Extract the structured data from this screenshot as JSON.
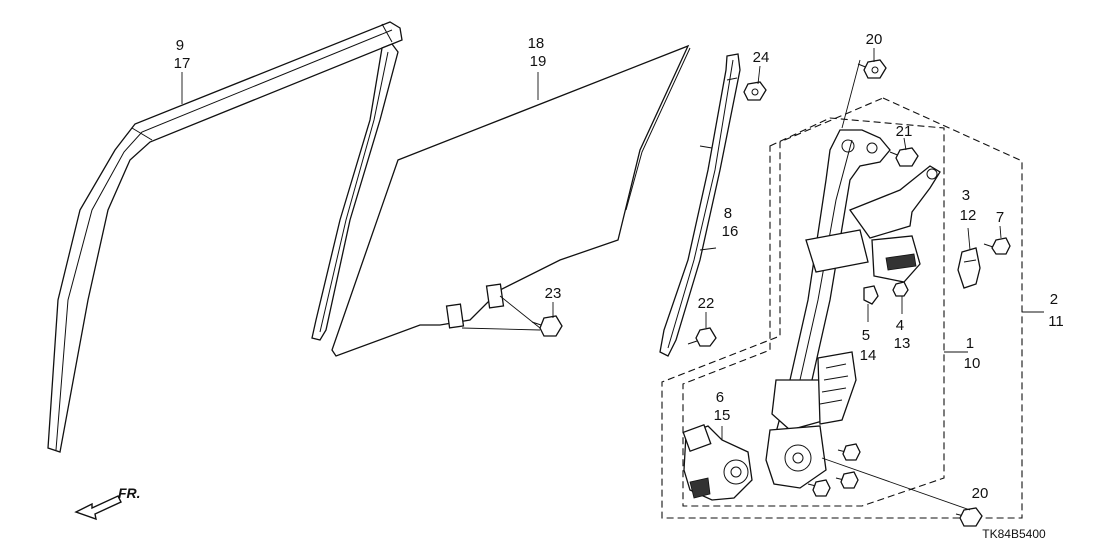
{
  "callouts": {
    "c9_17": [
      "9",
      "17"
    ],
    "c18_19": [
      "18",
      "19"
    ],
    "c24": [
      "24"
    ],
    "c20_top": [
      "20"
    ],
    "c21": [
      "21"
    ],
    "c3_12": [
      "3",
      "12"
    ],
    "c7": [
      "7"
    ],
    "c8_16": [
      "8",
      "16"
    ],
    "c23": [
      "23"
    ],
    "c22": [
      "22"
    ],
    "c5_14": [
      "5",
      "14"
    ],
    "c4_13": [
      "4",
      "13"
    ],
    "c2_11": [
      "2",
      "11"
    ],
    "c1_10": [
      "1",
      "10"
    ],
    "c6_15": [
      "6",
      "15"
    ],
    "c20_bottom": [
      "20"
    ]
  },
  "front_indicator": "FR.",
  "diagram_code": "TK84B5400"
}
